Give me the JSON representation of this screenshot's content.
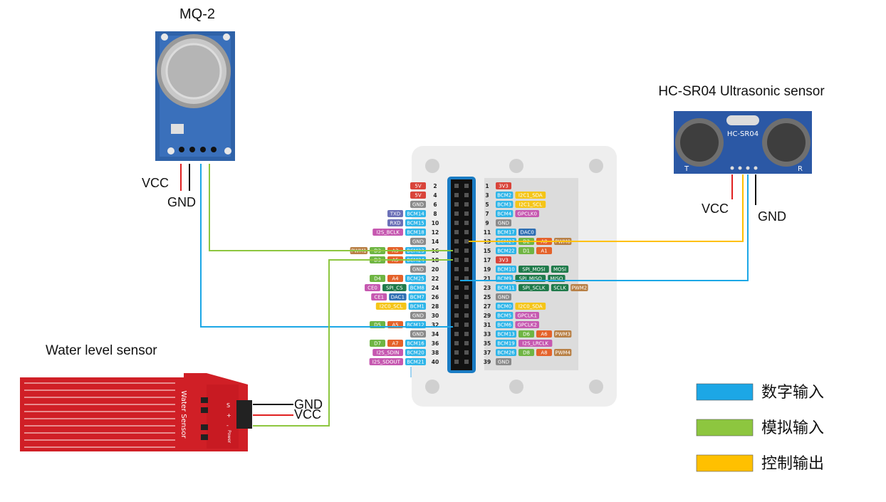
{
  "components": {
    "mq2": {
      "title": "MQ-2",
      "pins": [
        "VCC",
        "GND"
      ]
    },
    "ultrasonic": {
      "title": "HC-SR04 Ultrasonic sensor",
      "board_text": "HC-SR04",
      "corner_t": "T",
      "corner_r": "R",
      "pins": [
        "VCC",
        "GND"
      ]
    },
    "water": {
      "title": "Water level sensor",
      "board_text": "Water Sensor",
      "pins": [
        "GND",
        "VCC"
      ],
      "pin_marks": [
        "S",
        "+",
        "-"
      ],
      "power": "Power"
    }
  },
  "colors": {
    "digital": "#1ca7e6",
    "analog": "#8dc63f",
    "control": "#ffc000",
    "bcm": "#2fb5e8",
    "red": "#d9443a",
    "gray": "#8a8a8a",
    "yellow": "#f5c518",
    "pink": "#c658b0",
    "green": "#1f7a4a",
    "orange": "#e4622a",
    "brown": "#b88046",
    "navy": "#2f6fb3",
    "purple": "#6c71b8",
    "lime": "#6fb543"
  },
  "header": {
    "left": [
      {
        "n": "2",
        "pins": [
          [
            "5V",
            "red"
          ]
        ]
      },
      {
        "n": "4",
        "pins": [
          [
            "5V",
            "red"
          ]
        ]
      },
      {
        "n": "6",
        "pins": [
          [
            "GND",
            "gray"
          ]
        ]
      },
      {
        "n": "8",
        "pins": [
          [
            "BCM14",
            "bcm"
          ],
          [
            "TXD",
            "purple"
          ]
        ]
      },
      {
        "n": "10",
        "pins": [
          [
            "BCM15",
            "bcm"
          ],
          [
            "RXD",
            "purple"
          ]
        ]
      },
      {
        "n": "12",
        "pins": [
          [
            "BCM18",
            "bcm"
          ],
          [
            "I2S_BCLK",
            "pink"
          ]
        ]
      },
      {
        "n": "14",
        "pins": [
          [
            "GND",
            "gray"
          ]
        ]
      },
      {
        "n": "16",
        "pins": [
          [
            "BCM23",
            "bcm"
          ],
          [
            "A3",
            "orange"
          ],
          [
            "D3",
            "lime"
          ],
          [
            "PWM1",
            "brown"
          ]
        ]
      },
      {
        "n": "18",
        "pins": [
          [
            "BCM24",
            "bcm"
          ],
          [
            "A5",
            "orange"
          ],
          [
            "D3",
            "lime"
          ]
        ]
      },
      {
        "n": "20",
        "pins": [
          [
            "GND",
            "gray"
          ]
        ]
      },
      {
        "n": "22",
        "pins": [
          [
            "BCM25",
            "bcm"
          ],
          [
            "A4",
            "orange"
          ],
          [
            "D4",
            "lime"
          ]
        ]
      },
      {
        "n": "24",
        "pins": [
          [
            "BCM8",
            "bcm"
          ],
          [
            "SPI_CS",
            "green"
          ],
          [
            "CE0",
            "pink"
          ]
        ]
      },
      {
        "n": "26",
        "pins": [
          [
            "BCM7",
            "bcm"
          ],
          [
            "DAC1",
            "navy"
          ],
          [
            "CE1",
            "pink"
          ]
        ]
      },
      {
        "n": "28",
        "pins": [
          [
            "BCM1",
            "bcm"
          ],
          [
            "I2C0_SCL",
            "yellow"
          ]
        ]
      },
      {
        "n": "30",
        "pins": [
          [
            "GND",
            "gray"
          ]
        ]
      },
      {
        "n": "32",
        "pins": [
          [
            "BCM12",
            "bcm"
          ],
          [
            "A5",
            "orange"
          ],
          [
            "D5",
            "lime"
          ]
        ]
      },
      {
        "n": "34",
        "pins": [
          [
            "GND",
            "gray"
          ]
        ]
      },
      {
        "n": "36",
        "pins": [
          [
            "BCM16",
            "bcm"
          ],
          [
            "A7",
            "orange"
          ],
          [
            "D7",
            "lime"
          ]
        ]
      },
      {
        "n": "38",
        "pins": [
          [
            "BCM20",
            "bcm"
          ],
          [
            "I2S_SDIN",
            "pink"
          ]
        ]
      },
      {
        "n": "40",
        "pins": [
          [
            "BCM21",
            "bcm"
          ],
          [
            "I2S_SDOUT",
            "pink"
          ]
        ]
      }
    ],
    "right": [
      {
        "n": "1",
        "pins": [
          [
            "3V3",
            "red"
          ]
        ]
      },
      {
        "n": "3",
        "pins": [
          [
            "BCM2",
            "bcm"
          ],
          [
            "I2C1_SDA",
            "yellow"
          ]
        ]
      },
      {
        "n": "5",
        "pins": [
          [
            "BCM3",
            "bcm"
          ],
          [
            "I2C1_SCL",
            "yellow"
          ]
        ]
      },
      {
        "n": "7",
        "pins": [
          [
            "BCM4",
            "bcm"
          ],
          [
            "GPCLK0",
            "pink"
          ]
        ]
      },
      {
        "n": "9",
        "pins": [
          [
            "GND",
            "gray"
          ]
        ]
      },
      {
        "n": "11",
        "pins": [
          [
            "BCM17",
            "bcm"
          ],
          [
            "DAC0",
            "navy"
          ]
        ]
      },
      {
        "n": "13",
        "pins": [
          [
            "BCM27",
            "bcm"
          ],
          [
            "D2",
            "lime"
          ],
          [
            "A8",
            "orange"
          ],
          [
            "PWM0",
            "brown"
          ]
        ]
      },
      {
        "n": "15",
        "pins": [
          [
            "BCM22",
            "bcm"
          ],
          [
            "D1",
            "lime"
          ],
          [
            "A1",
            "orange"
          ]
        ]
      },
      {
        "n": "17",
        "pins": [
          [
            "3V3",
            "red"
          ]
        ]
      },
      {
        "n": "19",
        "pins": [
          [
            "BCM10",
            "bcm"
          ],
          [
            "SPI_MOSI",
            "green"
          ],
          [
            "MOSI",
            "green"
          ]
        ]
      },
      {
        "n": "21",
        "pins": [
          [
            "BCM9",
            "bcm"
          ],
          [
            "SPI_MISO",
            "green"
          ],
          [
            "MISO",
            "green"
          ]
        ]
      },
      {
        "n": "23",
        "pins": [
          [
            "BCM11",
            "bcm"
          ],
          [
            "SPI_SCLK",
            "green"
          ],
          [
            "SCLK",
            "green"
          ],
          [
            "PWM2",
            "brown"
          ]
        ]
      },
      {
        "n": "25",
        "pins": [
          [
            "GND",
            "gray"
          ]
        ]
      },
      {
        "n": "27",
        "pins": [
          [
            "BCM0",
            "bcm"
          ],
          [
            "I2C0_SDA",
            "yellow"
          ]
        ]
      },
      {
        "n": "29",
        "pins": [
          [
            "BCM5",
            "bcm"
          ],
          [
            "GPCLK1",
            "pink"
          ]
        ]
      },
      {
        "n": "31",
        "pins": [
          [
            "BCM6",
            "bcm"
          ],
          [
            "GPCLK2",
            "pink"
          ]
        ]
      },
      {
        "n": "33",
        "pins": [
          [
            "BCM13",
            "bcm"
          ],
          [
            "D6",
            "lime"
          ],
          [
            "A6",
            "orange"
          ],
          [
            "PWM3",
            "brown"
          ]
        ]
      },
      {
        "n": "35",
        "pins": [
          [
            "BCM19",
            "bcm"
          ],
          [
            "I2S_LRCLK",
            "pink"
          ]
        ]
      },
      {
        "n": "37",
        "pins": [
          [
            "BCM26",
            "bcm"
          ],
          [
            "D8",
            "lime"
          ],
          [
            "A8",
            "orange"
          ],
          [
            "PWM4",
            "brown"
          ]
        ]
      },
      {
        "n": "39",
        "pins": [
          [
            "GND",
            "gray"
          ]
        ]
      }
    ]
  },
  "legend": [
    {
      "label": "数字输入",
      "color": "#1ca7e6"
    },
    {
      "label": "模拟输入",
      "color": "#8dc63f"
    },
    {
      "label": "控制输出",
      "color": "#ffc000"
    }
  ]
}
